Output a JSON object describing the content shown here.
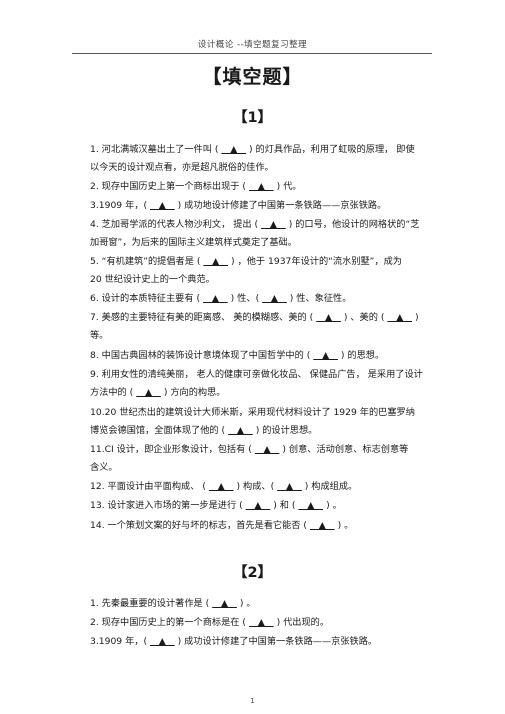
{
  "header": {
    "running_title": "设计概论  --填空题复习整理",
    "title": "【填空题】"
  },
  "sections": [
    {
      "heading": "【1】",
      "questions": [
        {
          "lines": [
            "1. 河北满城汉墓出土了一件叫  (   ▲  )  的灯具作品，利用了虹吸的原理，  即使",
            "以今天的设计观点看，亦是超凡脱俗的佳作。"
          ]
        },
        {
          "lines": [
            "2. 现存中国历史上第一个商标出现于   (    ▲   )  代。"
          ]
        },
        {
          "lines": [
            "3.1909 年，(    ▲   )  成功地设计修建了中国第一条铁路——京张铁路。"
          ]
        },
        {
          "lines": [
            "4. 芝加哥学派的代表人物沙利文，  提出 (    ▲   )  的口号，他设计的网格状的“芝",
            "加哥窗”，为后来的国际主义建筑样式奠定了基础。"
          ]
        },
        {
          "lines": [
            "5. “有机建筑”的提倡者是   (     ▲   ) ，他于 1937年设计的“流水别墅”，成为",
            "20 世纪设计史上的一个典范。"
          ]
        },
        {
          "lines": [
            "6. 设计的本质特征主要有  (    ▲   )  性、(     ▲   )  性、象征性。"
          ]
        },
        {
          "lines": [
            "7. 美感的主要特征有美的距离感、  美的模糊感、美的 (    ▲   )  、美的 (    ▲   )",
            "等。"
          ]
        },
        {
          "lines": [
            "8. 中国古典园林的装饰设计意境体现了中国哲学中的     (    ▲   )  的思想。"
          ]
        },
        {
          "lines": [
            "9. 利用女性的清纯美丽，  老人的健康可亲做化妆品、  保健品广告，  是采用了设计",
            "方法中的 (    ▲   )  方向的构思。"
          ]
        },
        {
          "lines": [
            "10.20  世纪杰出的建筑设计大师米斯，采用现代材料设计了        1929 年的巴塞罗纳",
            "博览会德国馆，全面体现了他的    (    ▲   )  的设计思想。"
          ]
        },
        {
          "lines": [
            "11.CI  设计，即企业形象设计，包括有   (    ▲   )  创意、活动创意、标志创意等",
            "含义。"
          ]
        },
        {
          "lines": [
            "12. 平面设计由平面构成、   (     ▲   )  构成、(     ▲   )  构成组成。"
          ]
        },
        {
          "lines": [
            "13. 设计家进入市场的第一步是进行    (    ▲   )  和 (    ▲   )  。"
          ]
        },
        {
          "lines": [
            "14. 一个策划文案的好与坏的标志，首先是看它能否      (    ▲   )  。"
          ]
        }
      ]
    },
    {
      "heading": "【2】",
      "questions": [
        {
          "lines": [
            "1. 先秦最重要的设计著作是  (    ▲   )  。"
          ]
        },
        {
          "lines": [
            "2. 现存中国历史上的第一个商标是在    (    ▲   )  代出现的。"
          ]
        },
        {
          "lines": [
            "3.1909  年，(    ▲   )  成功设计修建了中国第一条铁路——京张铁路。"
          ]
        }
      ]
    }
  ],
  "footer": {
    "page_number": "1"
  }
}
